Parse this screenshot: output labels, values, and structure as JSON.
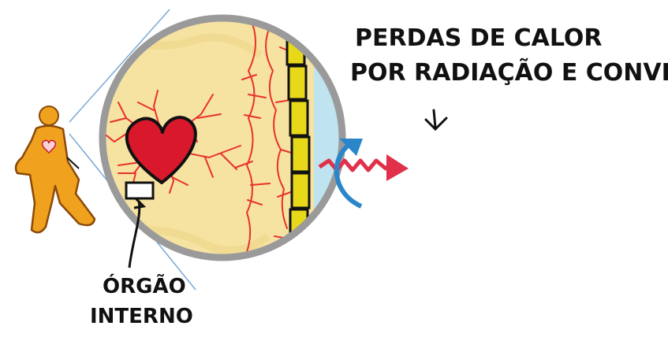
{
  "annotations": {
    "heat_loss_line1": "PERDAS DE CALOR",
    "heat_loss_line2": "POR RADIAÇÃO E CONVECÇÃO",
    "organ_line1": "ÓRGÃO",
    "organ_line2": "INTERNO"
  },
  "colors": {
    "body_fill": "#f0a21e",
    "core_fill": "#f6e3a1",
    "skin_layer": "#e8d81a",
    "air_layer": "#bfe3ef",
    "heart": "#d9182b",
    "capillaries": "#e8312e",
    "convection_arrow": "#2a86c9",
    "radiation_arrow": "#e0304a",
    "outline": "#111111",
    "ring": "#9a9a9a"
  },
  "icons": {
    "person": "person-figure-icon",
    "heart": "heart-icon"
  }
}
